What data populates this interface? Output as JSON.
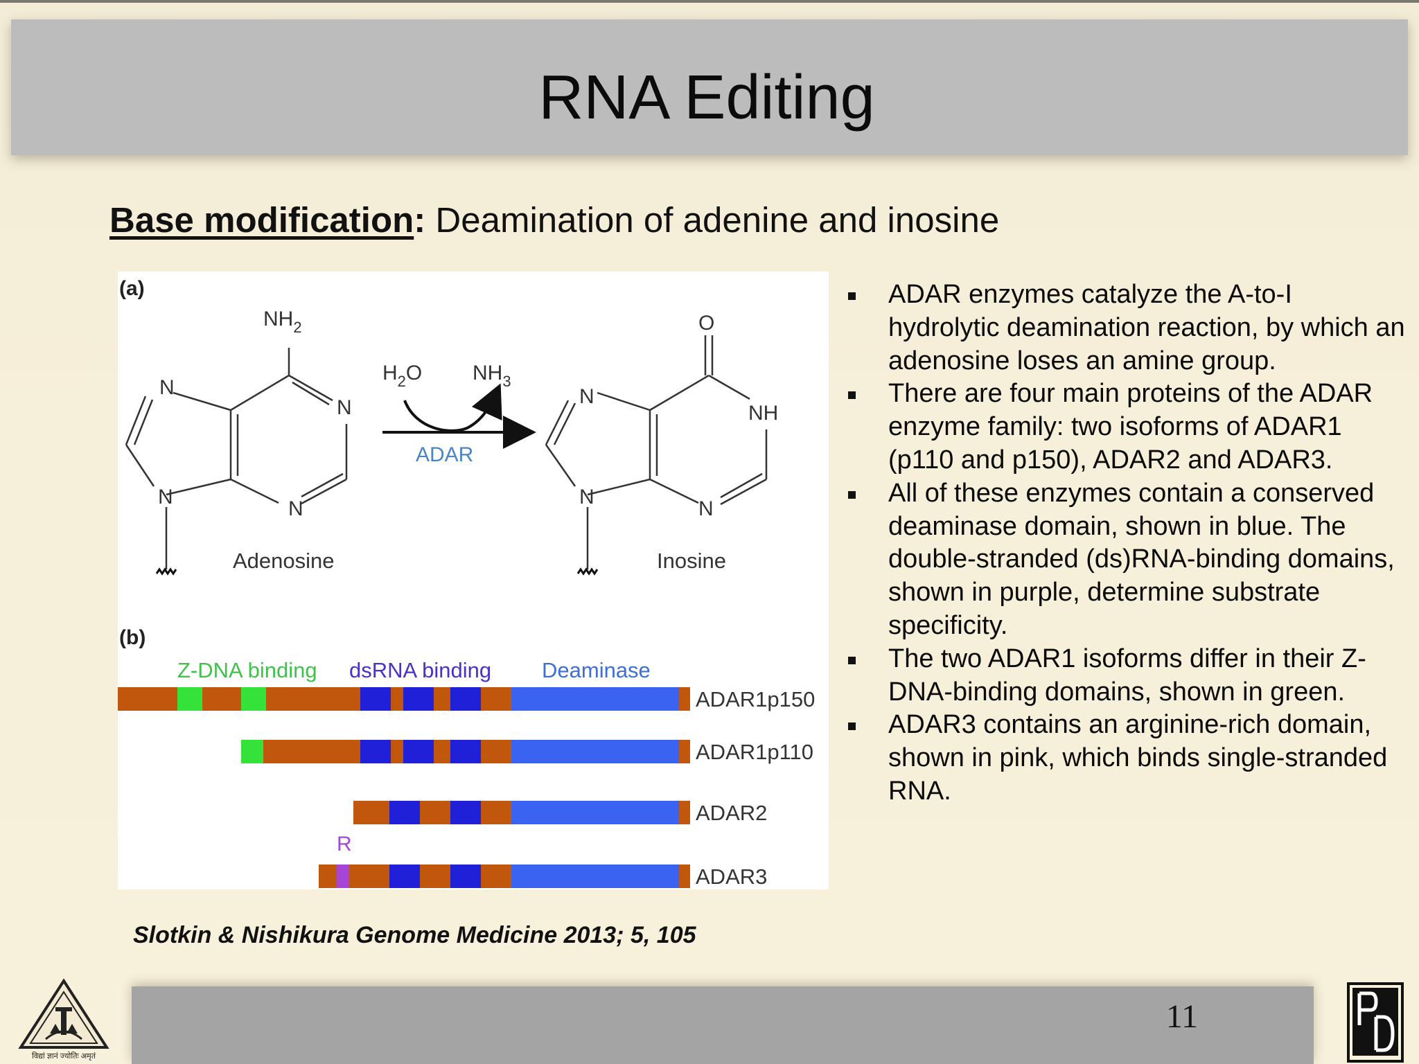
{
  "slide": {
    "title": "RNA Editing",
    "heading_bold": "Base modification",
    "heading_colon": ":",
    "heading_rest": " Deamination of adenine and inosine",
    "caption": "Slotkin & Nishikura Genome Medicine 2013; 5, 105",
    "page_number": "11",
    "logo_left_motto": "विद्यां ज्ञानं ज्योतिः अमृतं",
    "logo_right_text": "PD"
  },
  "figure": {
    "panel_a_label": "(a)",
    "panel_b_label": "(b)",
    "adenosine": {
      "name": "Adenosine",
      "nh2": "NH",
      "nh2_sub": "2",
      "n1": "N",
      "n3": "N",
      "n7": "N",
      "n9": "N"
    },
    "reaction": {
      "water": "H",
      "water_sub": "2",
      "water_o": "O",
      "ammonia": "NH",
      "ammonia_sub": "3",
      "enzyme": "ADAR"
    },
    "inosine": {
      "name": "Inosine",
      "o": "O",
      "nh": "NH",
      "n3": "N",
      "n7": "N",
      "n9": "N"
    },
    "domain_labels": {
      "zdna": "Z-DNA binding",
      "dsrna": "dsRNA binding",
      "deaminase": "Deaminase",
      "r": "R"
    },
    "proteins": [
      "ADAR1p150",
      "ADAR1p110",
      "ADAR2",
      "ADAR3"
    ],
    "colors": {
      "backbone": "#c1570d",
      "zdna": "#35e23a",
      "dsrna": "#2020d8",
      "deaminase": "#3a63f2",
      "r_domain": "#a645d6",
      "zdna_text": "#3ec24a",
      "dsrna_text": "#4a31c8",
      "deaminase_text": "#3d6fd6",
      "adar_text": "#4a86c6"
    }
  },
  "bullets": [
    "ADAR enzymes catalyze the A-to-I hydrolytic deamination reaction, by which an adenosine loses an amine group.",
    "There are four main proteins of the ADAR enzyme family: two isoforms of ADAR1 (p110 and p150), ADAR2 and ADAR3.",
    "All of these enzymes contain a conserved deaminase domain, shown in blue. The double-stranded (ds)RNA-binding domains, shown in purple, determine substrate specificity.",
    "The two ADAR1 isoforms differ in their Z-DNA-binding domains, shown in green.",
    "ADAR3 contains an arginine-rich domain, shown in pink, which binds single-stranded RNA."
  ]
}
